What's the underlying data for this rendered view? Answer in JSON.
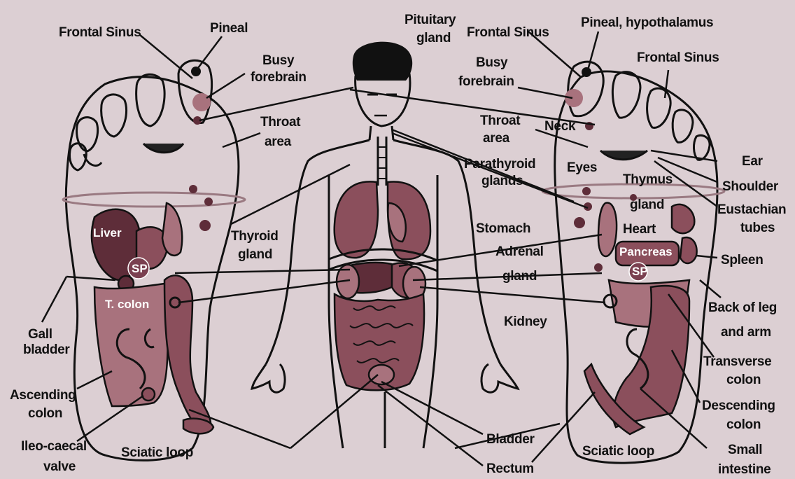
{
  "labels": {
    "frontal_sinus_left": "Frontal Sinus",
    "pineal_left": "Pineal",
    "busy_forebrain_left_1": "Busy",
    "busy_forebrain_left_2": "forebrain",
    "throat_area_left_1": "Throat",
    "throat_area_left_2": "area",
    "liver": "Liver",
    "sp_left": "SP",
    "t_colon": "T. colon",
    "gall_bladder_1": "Gall",
    "gall_bladder_2": "bladder",
    "ascending_colon_1": "Ascending",
    "ascending_colon_2": "colon",
    "ileo_caecal_1": "Ileo-caecal",
    "ileo_caecal_2": "valve",
    "sciatic_loop_left": "Sciatic loop",
    "thyroid_gland_1": "Thyroid",
    "thyroid_gland_2": "gland",
    "pituitary_gland_1": "Pituitary",
    "pituitary_gland_2": "gland",
    "frontal_sinus_right_top": "Frontal Sinus",
    "pineal_hypothalamus": "Pineal, hypothalamus",
    "frontal_sinus_right": "Frontal Sinus",
    "busy_forebrain_right_1": "Busy",
    "busy_forebrain_right_2": "forebrain",
    "neck": "Neck",
    "throat_area_right_1": "Throat",
    "throat_area_right_2": "area",
    "eyes": "Eyes",
    "parathyroid_1": "Parathyroid",
    "parathyroid_2": "glands",
    "ear": "Ear",
    "shoulder": "Shoulder",
    "eustachian_1": "Eustachian",
    "eustachian_2": "tubes",
    "thymus_1": "Thymus",
    "thymus_2": "gland",
    "heart": "Heart",
    "pancreas": "Pancreas",
    "spleen": "Spleen",
    "sp_right": "SP",
    "stomach": "Stomach",
    "adrenal_1": "Adrenal",
    "adrenal_2": "gland",
    "kidney": "Kidney",
    "back_leg_1": "Back of leg",
    "back_leg_2": "and arm",
    "transverse_1": "Transverse",
    "transverse_2": "colon",
    "descending_1": "Descending",
    "descending_2": "colon",
    "small_int_1": "Small",
    "small_int_2": "intestine",
    "bladder": "Bladder",
    "rectum": "Rectum",
    "sciatic_loop_right": "Sciatic loop"
  },
  "colors": {
    "background": "#dccfd3",
    "organ": "#8b4f5c",
    "organ_light": "#a8727d",
    "organ_dark": "#5e2d39",
    "ink": "#111111"
  }
}
